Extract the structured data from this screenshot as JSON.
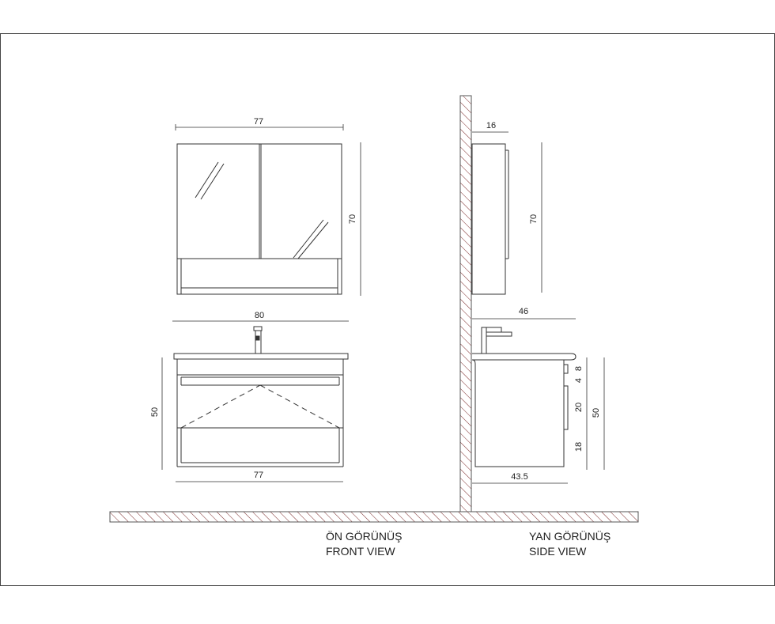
{
  "front_view": {
    "mirror_cabinet": {
      "width": "77",
      "height": "70"
    },
    "vanity": {
      "top_width": "80",
      "height": "50",
      "bottom_width": "77"
    },
    "caption_tr": "ÖN GÖRÜNÜŞ",
    "caption_en": "FRONT VIEW"
  },
  "side_view": {
    "mirror_cabinet": {
      "depth": "16",
      "height": "70"
    },
    "vanity": {
      "top_depth": "46",
      "bottom_depth": "43.5",
      "total_height": "50",
      "segments": [
        "8",
        "4",
        "20",
        "18"
      ]
    },
    "caption_tr": "YAN GÖRÜNÜŞ",
    "caption_en": "SIDE VIEW"
  },
  "colors": {
    "line": "#333333",
    "hatch": "#7a2a2a"
  }
}
